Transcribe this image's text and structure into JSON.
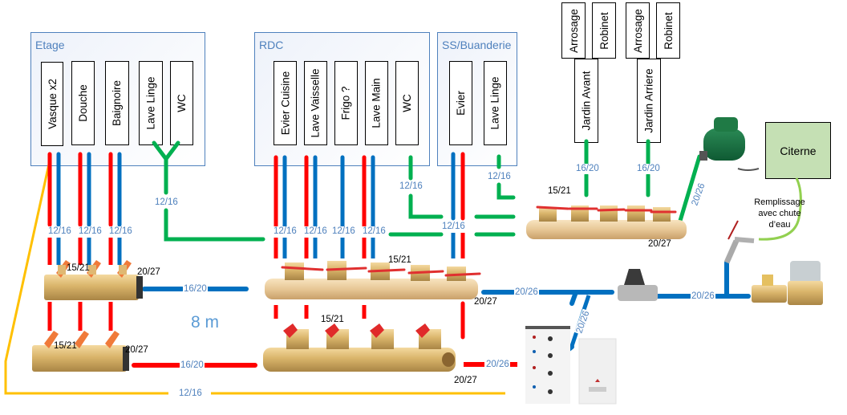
{
  "zones": {
    "etage": {
      "title": "Etage",
      "fixtures": [
        "Vasque x2",
        "Douche",
        "Baignoire",
        "Lave Linge",
        "WC"
      ]
    },
    "rdc": {
      "title": "RDC",
      "fixtures": [
        "Evier Cuisine",
        "Lave Vaisselle",
        "Frigo ?",
        "Lave Main",
        "WC"
      ]
    },
    "ss": {
      "title": "SS/Buanderie",
      "fixtures": [
        "Evier",
        "Lave Linge"
      ]
    }
  },
  "garden": {
    "avant": {
      "label": "Jardin Avant",
      "outlets": [
        "Arrosage",
        "Robinet"
      ]
    },
    "arriere": {
      "label": "Jardin Arriere",
      "outlets": [
        "Arrosage",
        "Robinet"
      ]
    }
  },
  "citerne": {
    "label": "Citerne",
    "fill_note": "Remplissage avec chute d’eau"
  },
  "pipe_labels": {
    "etage_supply": "12/16",
    "etage_wc": "12/16",
    "rdc_supply": "12/16",
    "rdc_wc": "12/16",
    "ss_supply": "12/16",
    "ss_lavelinge": "12/16",
    "garden": "16/20",
    "pump": "20/26",
    "cold_main": "20/26",
    "hot_main": "20/26",
    "boiler": "20/26",
    "meter": "20/26",
    "etage_cold": "16/20",
    "etage_hot": "16/20",
    "return_loop": "12/16",
    "manifold_outlet": "15/21",
    "manifold_inlet": "20/27"
  },
  "distance_label": "8 m",
  "colors": {
    "hot": "#ff0000",
    "cold": "#0070c0",
    "rain": "#00b050",
    "fill": "#92d050",
    "loop": "#ffc000",
    "zone_border": "#4f81bd",
    "label": "#4f81bd",
    "citerne_fill": "#c5e0b4"
  }
}
